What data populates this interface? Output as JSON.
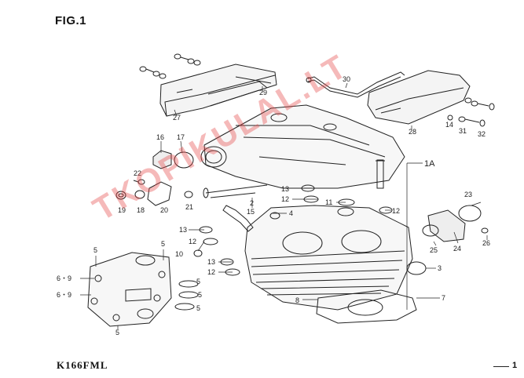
{
  "figure": {
    "title": "FIG.1"
  },
  "footer": {
    "model": "K166FML",
    "page": "1"
  },
  "watermark": {
    "text": "TKOPIKULAL.LT",
    "color": "#e64646"
  },
  "callouts": [
    {
      "id": "c27",
      "text": "27"
    },
    {
      "id": "c29",
      "text": "29"
    },
    {
      "id": "c30",
      "text": "30"
    },
    {
      "id": "c28",
      "text": "28"
    },
    {
      "id": "c14",
      "text": "14"
    },
    {
      "id": "c31",
      "text": "31"
    },
    {
      "id": "c32",
      "text": "32"
    },
    {
      "id": "c16",
      "text": "16"
    },
    {
      "id": "c17",
      "text": "17"
    },
    {
      "id": "c1A",
      "text": "1A"
    },
    {
      "id": "c22",
      "text": "22"
    },
    {
      "id": "c19",
      "text": "19"
    },
    {
      "id": "c18",
      "text": "18"
    },
    {
      "id": "c20",
      "text": "20"
    },
    {
      "id": "c21",
      "text": "21"
    },
    {
      "id": "c2",
      "text": "2"
    },
    {
      "id": "c15",
      "text": "15"
    },
    {
      "id": "c13a",
      "text": "13"
    },
    {
      "id": "c12a",
      "text": "12"
    },
    {
      "id": "c11",
      "text": "11"
    },
    {
      "id": "c12b",
      "text": "12"
    },
    {
      "id": "c23",
      "text": "23"
    },
    {
      "id": "c4",
      "text": "4"
    },
    {
      "id": "c13b",
      "text": "13"
    },
    {
      "id": "c12c",
      "text": "12"
    },
    {
      "id": "c10",
      "text": "10"
    },
    {
      "id": "c13c",
      "text": "13"
    },
    {
      "id": "c12d",
      "text": "12"
    },
    {
      "id": "c25",
      "text": "25"
    },
    {
      "id": "c24",
      "text": "24"
    },
    {
      "id": "c26",
      "text": "26"
    },
    {
      "id": "c3",
      "text": "3"
    },
    {
      "id": "c5a",
      "text": "5"
    },
    {
      "id": "c5b",
      "text": "5"
    },
    {
      "id": "c69a",
      "text": "6・9"
    },
    {
      "id": "c69b",
      "text": "6・9"
    },
    {
      "id": "c5c",
      "text": "5"
    },
    {
      "id": "c5d",
      "text": "5"
    },
    {
      "id": "c5e",
      "text": "5"
    },
    {
      "id": "c5f",
      "text": "5"
    },
    {
      "id": "c8",
      "text": "8"
    },
    {
      "id": "c7",
      "text": "7"
    }
  ]
}
